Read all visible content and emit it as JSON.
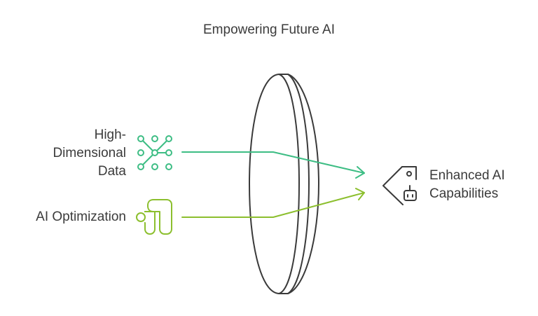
{
  "title": "Empowering Future AI",
  "inputs": [
    {
      "line1": "High-",
      "line2": "Dimensional",
      "line3": "Data",
      "icon": "network-nodes-icon",
      "color": "#3dbd84"
    },
    {
      "line1": "AI Optimization",
      "icon": "google-optimize-icon",
      "color": "#8cbf2e"
    }
  ],
  "output": {
    "line1": "Enhanced AI",
    "line2": "Capabilities",
    "icon": "tag-robot-icon",
    "color": "#3a3a3a"
  },
  "lens": {
    "icon": "lens-icon",
    "stroke": "#3a3a3a"
  }
}
